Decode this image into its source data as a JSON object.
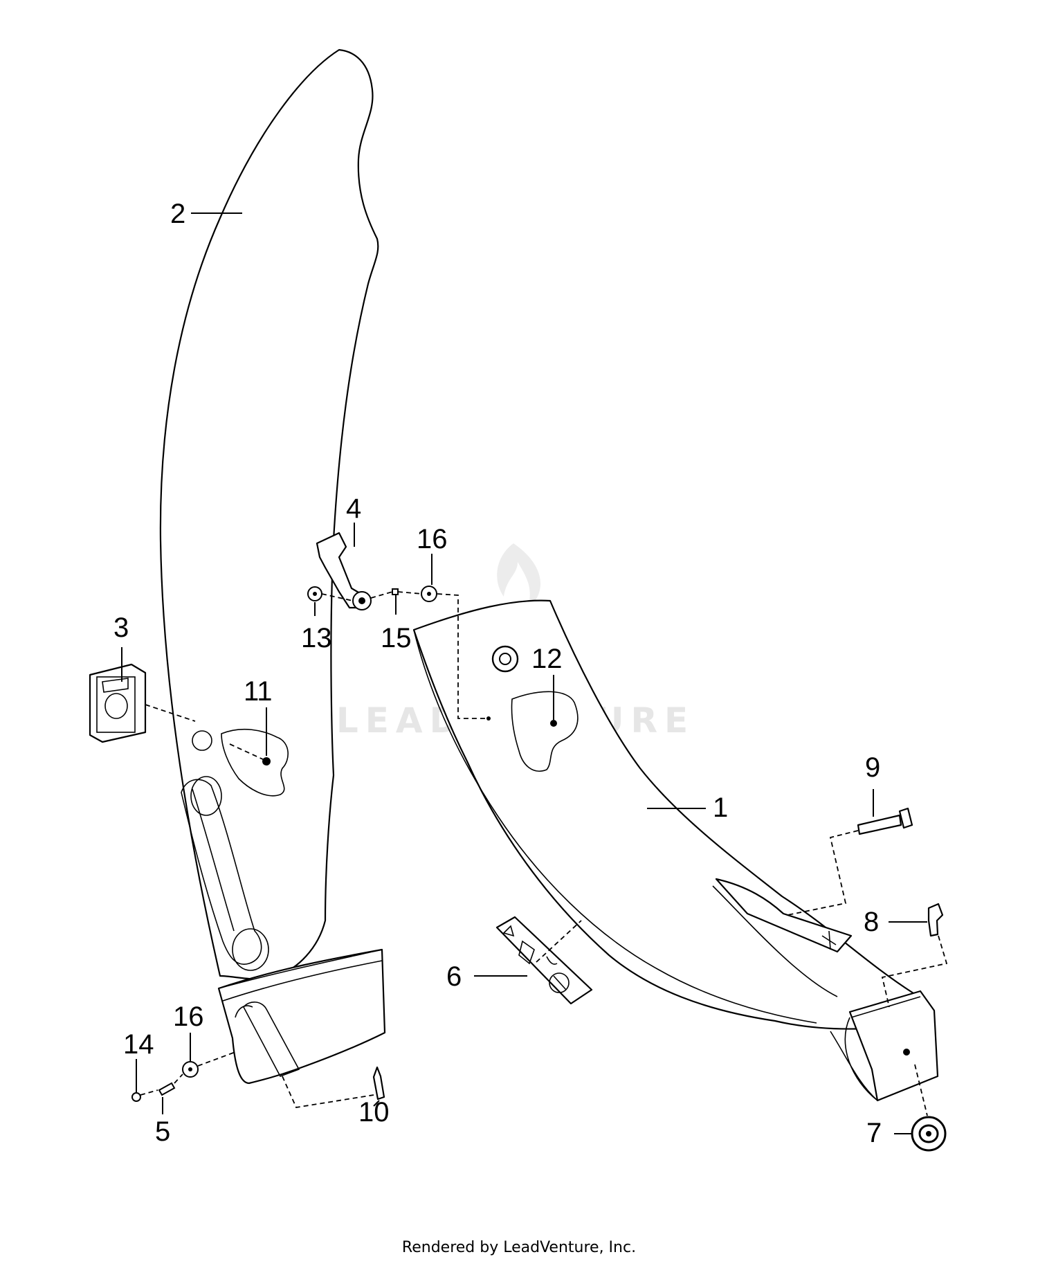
{
  "watermark": {
    "text": "LEADVENTURE",
    "color": "#e6e6e6"
  },
  "callouts": [
    {
      "id": "c1",
      "label": "1"
    },
    {
      "id": "c2",
      "label": "2"
    },
    {
      "id": "c3",
      "label": "3"
    },
    {
      "id": "c4",
      "label": "4"
    },
    {
      "id": "c5",
      "label": "5"
    },
    {
      "id": "c6",
      "label": "6"
    },
    {
      "id": "c7",
      "label": "7"
    },
    {
      "id": "c8",
      "label": "8"
    },
    {
      "id": "c9",
      "label": "9"
    },
    {
      "id": "c10",
      "label": "10"
    },
    {
      "id": "c11",
      "label": "11"
    },
    {
      "id": "c12",
      "label": "12"
    },
    {
      "id": "c13",
      "label": "13"
    },
    {
      "id": "c14",
      "label": "14"
    },
    {
      "id": "c15",
      "label": "15"
    },
    {
      "id": "c16a",
      "label": "16"
    },
    {
      "id": "c16b",
      "label": "16"
    }
  ],
  "footer": {
    "text": "Rendered by LeadVenture, Inc."
  }
}
